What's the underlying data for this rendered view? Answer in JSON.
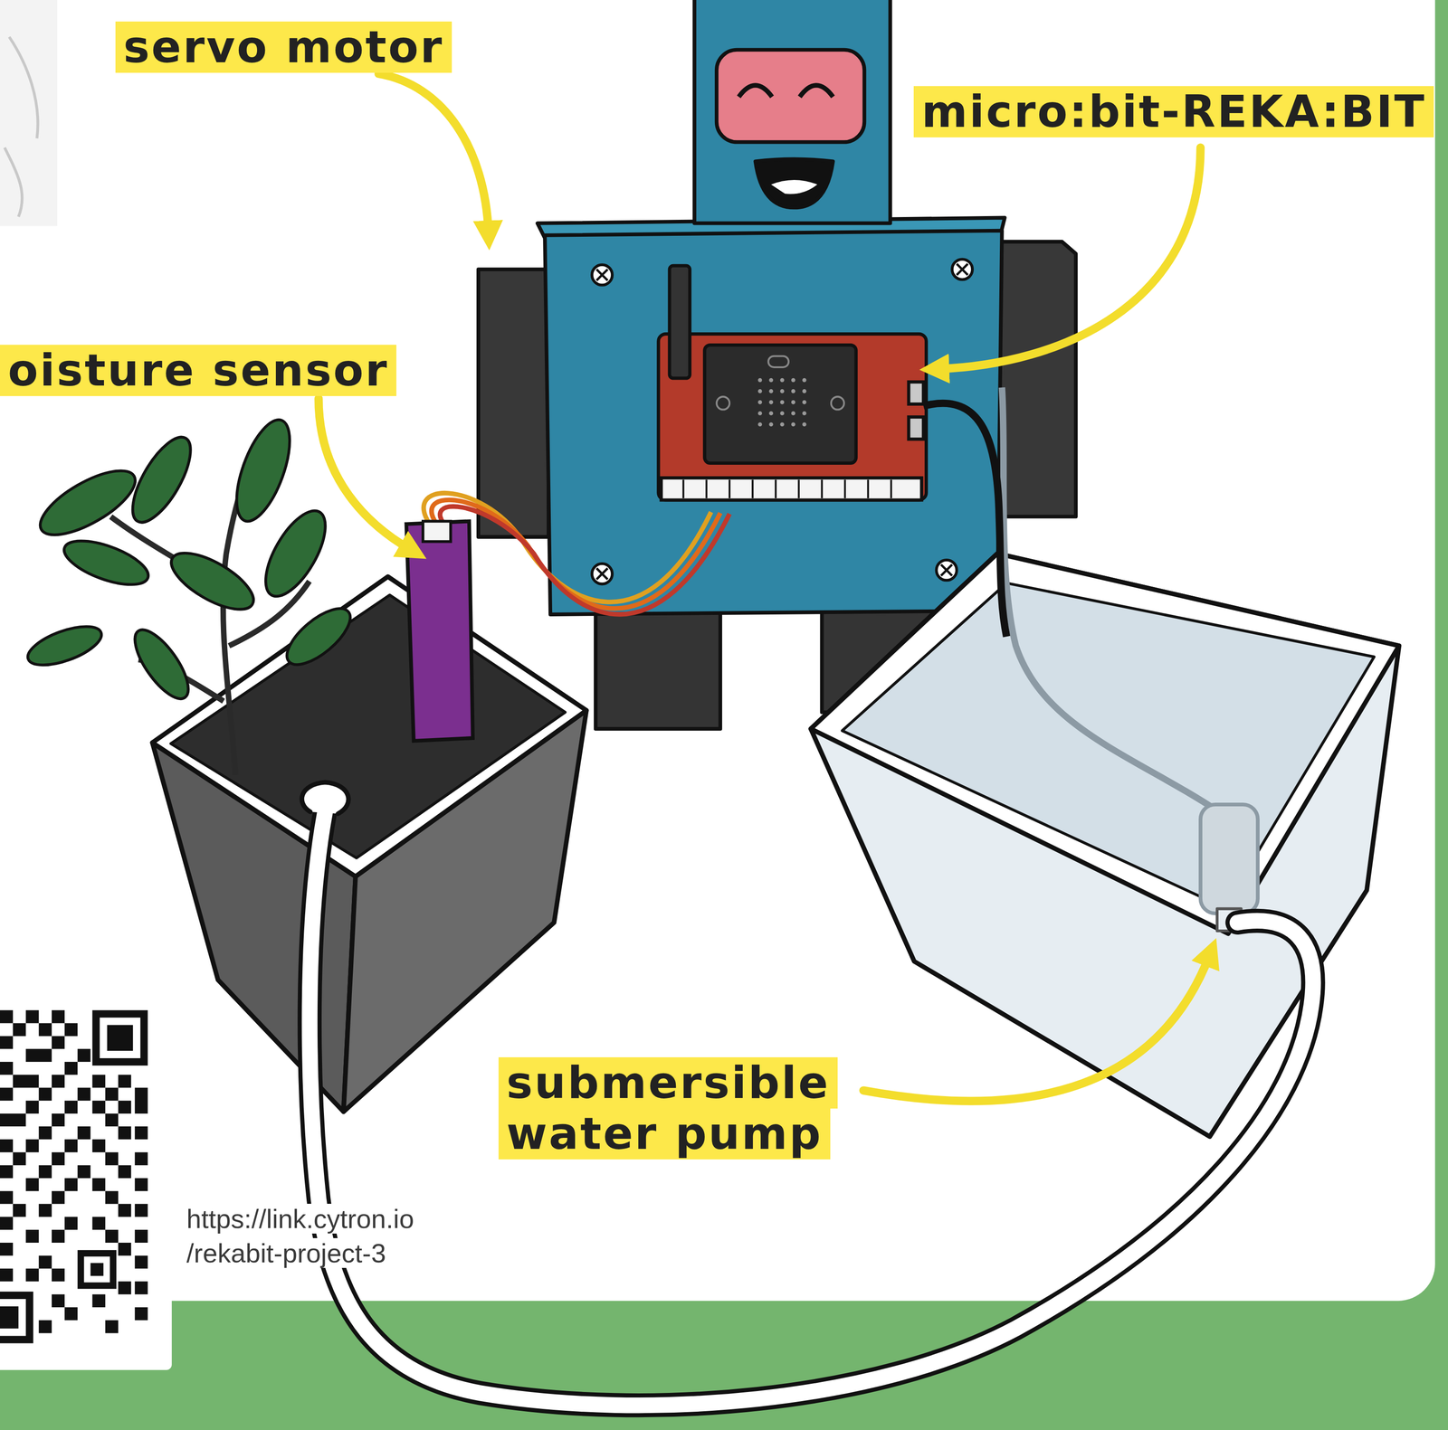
{
  "diagram": {
    "labels": [
      "servo motor",
      "micro:bit-REKA:BIT",
      "oisture sensor",
      "submersible water pump",
      "https://link.cytron.io /rekabit-project-3"
    ]
  }
}
